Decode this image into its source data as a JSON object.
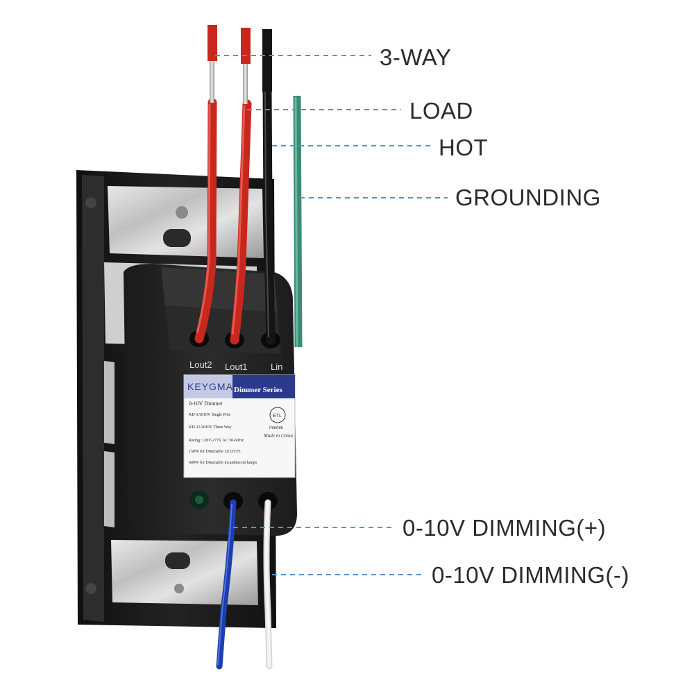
{
  "callouts": {
    "three_way": "3-WAY",
    "load": "LOAD",
    "hot": "HOT",
    "grounding": "GROUNDING",
    "dimming_plus": "0-10V DIMMING(+)",
    "dimming_minus": "0-10V DIMMING(-)"
  },
  "terminals": {
    "lout2": "Lout2",
    "lout1": "Lout1",
    "lin": "Lin"
  },
  "label": {
    "brand": "KEYGMA",
    "series": "Dimmer Series",
    "product": "0-10V Dimmer",
    "model_single": "KD-1A010V Single Pole",
    "model_three": "KD-11A010V Three Way",
    "rating": "Rating: 120V-277V AC 50-60Hz",
    "led_spec": "150W for Dimmable LED/CFL",
    "incandescent_spec": "600W for Dimmable incandescent lamps",
    "cert_mark": "ETL",
    "cert_name": "Intertek",
    "origin": "Made in China"
  },
  "colors": {
    "red_wire": "#c8271e",
    "black_wire": "#151515",
    "green_wire": "#3d8a74",
    "blue_wire": "#1d3fae",
    "white_wire": "#f1f1f1",
    "leader_line": "#5b8fd0",
    "label_banner": "#2c3a8e"
  }
}
